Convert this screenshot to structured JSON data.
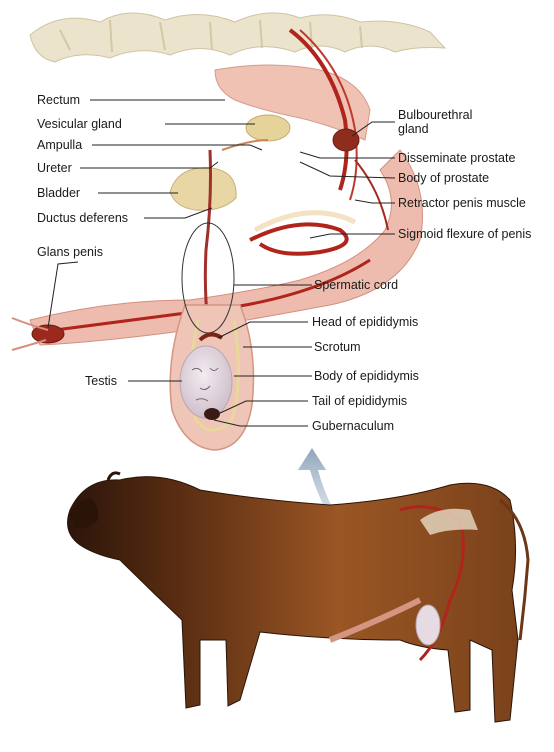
{
  "diagram": {
    "labels_left": [
      {
        "id": "rectum",
        "text": "Rectum"
      },
      {
        "id": "vesicular-gland",
        "text": "Vesicular gland"
      },
      {
        "id": "ampulla",
        "text": "Ampulla"
      },
      {
        "id": "ureter",
        "text": "Ureter"
      },
      {
        "id": "bladder",
        "text": "Bladder"
      },
      {
        "id": "ductus-deferens",
        "text": "Ductus deferens"
      },
      {
        "id": "glans-penis",
        "text": "Glans penis"
      },
      {
        "id": "testis",
        "text": "Testis"
      }
    ],
    "labels_right": [
      {
        "id": "bulbourethral-gland",
        "line1": "Bulbourethral",
        "line2": "gland"
      },
      {
        "id": "disseminate-prostate",
        "text": "Disseminate prostate"
      },
      {
        "id": "body-of-prostate",
        "text": "Body of prostate"
      },
      {
        "id": "retractor-penis-muscle",
        "text": "Retractor penis muscle"
      },
      {
        "id": "sigmoid-flexure",
        "text": "Sigmoid flexure of penis"
      },
      {
        "id": "spermatic-cord",
        "text": "Spermatic cord"
      },
      {
        "id": "head-of-epididymis",
        "text": "Head of epididymis"
      },
      {
        "id": "scrotum",
        "text": "Scrotum"
      },
      {
        "id": "body-of-epididymis",
        "text": "Body of epididymis"
      },
      {
        "id": "tail-of-epididymis",
        "text": "Tail of epididymis"
      },
      {
        "id": "gubernaculum",
        "text": "Gubernaculum"
      }
    ]
  },
  "colors": {
    "spine": "#ece5d2",
    "tissue_pink": "#eab7aa",
    "tissue_deep": "#d98c7f",
    "vessel_red": "#b1241c",
    "gland_yellow": "#e5d5a0",
    "testis": "#e9dfe6",
    "bull_body": "#8a4a1c",
    "bull_dark": "#3b1d0e",
    "arrow": "#9bb0c4"
  }
}
